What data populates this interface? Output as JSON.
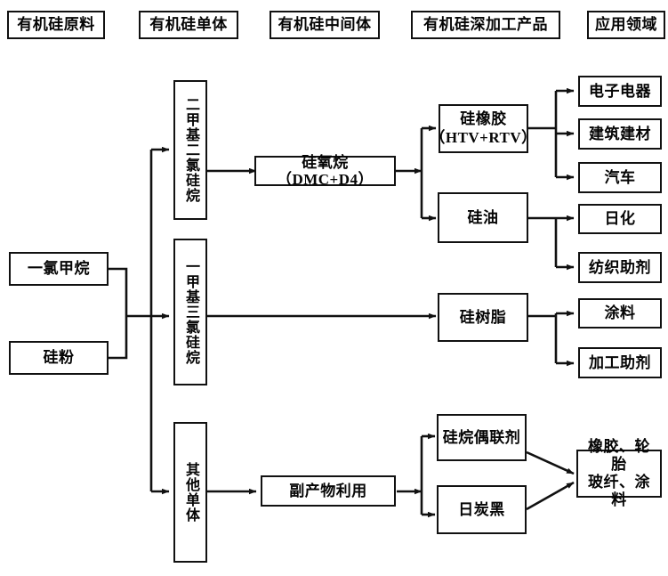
{
  "diagram": {
    "title": "有机硅产业链流程图",
    "stroke_color": "#111111",
    "background": "#ffffff",
    "headers": [
      {
        "id": "h1",
        "label": "有机硅原料"
      },
      {
        "id": "h2",
        "label": "有机硅单体"
      },
      {
        "id": "h3",
        "label": "有机硅中间体"
      },
      {
        "id": "h4",
        "label": "有机硅深加工产品"
      },
      {
        "id": "h5",
        "label": "应用领域"
      }
    ],
    "raw_materials": [
      {
        "id": "n_mcm",
        "label": "一氯甲烷"
      },
      {
        "id": "n_sip",
        "label": "硅粉"
      }
    ],
    "monomers": [
      {
        "id": "n_dmdcs",
        "label": "二甲基二氯硅烷"
      },
      {
        "id": "n_mtcs",
        "label": "一甲基三氯硅烷"
      },
      {
        "id": "n_other",
        "label": "其他单体"
      }
    ],
    "intermediates": [
      {
        "id": "n_siloxane",
        "label": "硅氧烷（DMC+D4）"
      },
      {
        "id": "n_byproduct",
        "label": "副产物利用"
      }
    ],
    "products": [
      {
        "id": "n_rubber",
        "label_line1": "硅橡胶",
        "label_line2": "（HTV+RTV）"
      },
      {
        "id": "n_oil",
        "label": "硅油"
      },
      {
        "id": "n_resin",
        "label": "硅树脂"
      },
      {
        "id": "n_coupling",
        "label": "硅烷偶联剂"
      },
      {
        "id": "n_carbon",
        "label": "日炭黑"
      }
    ],
    "applications": [
      {
        "id": "n_app1",
        "label": "电子电器"
      },
      {
        "id": "n_app2",
        "label": "建筑建材"
      },
      {
        "id": "n_app3",
        "label": "汽车"
      },
      {
        "id": "n_app4",
        "label": "日化"
      },
      {
        "id": "n_app5",
        "label": "纺织助剂"
      },
      {
        "id": "n_app6",
        "label": "涂料"
      },
      {
        "id": "n_app7",
        "label": "加工助剂"
      },
      {
        "id": "n_app8",
        "label_line1": "橡胶、轮胎",
        "label_line2": "玻纤、涂料"
      }
    ]
  }
}
